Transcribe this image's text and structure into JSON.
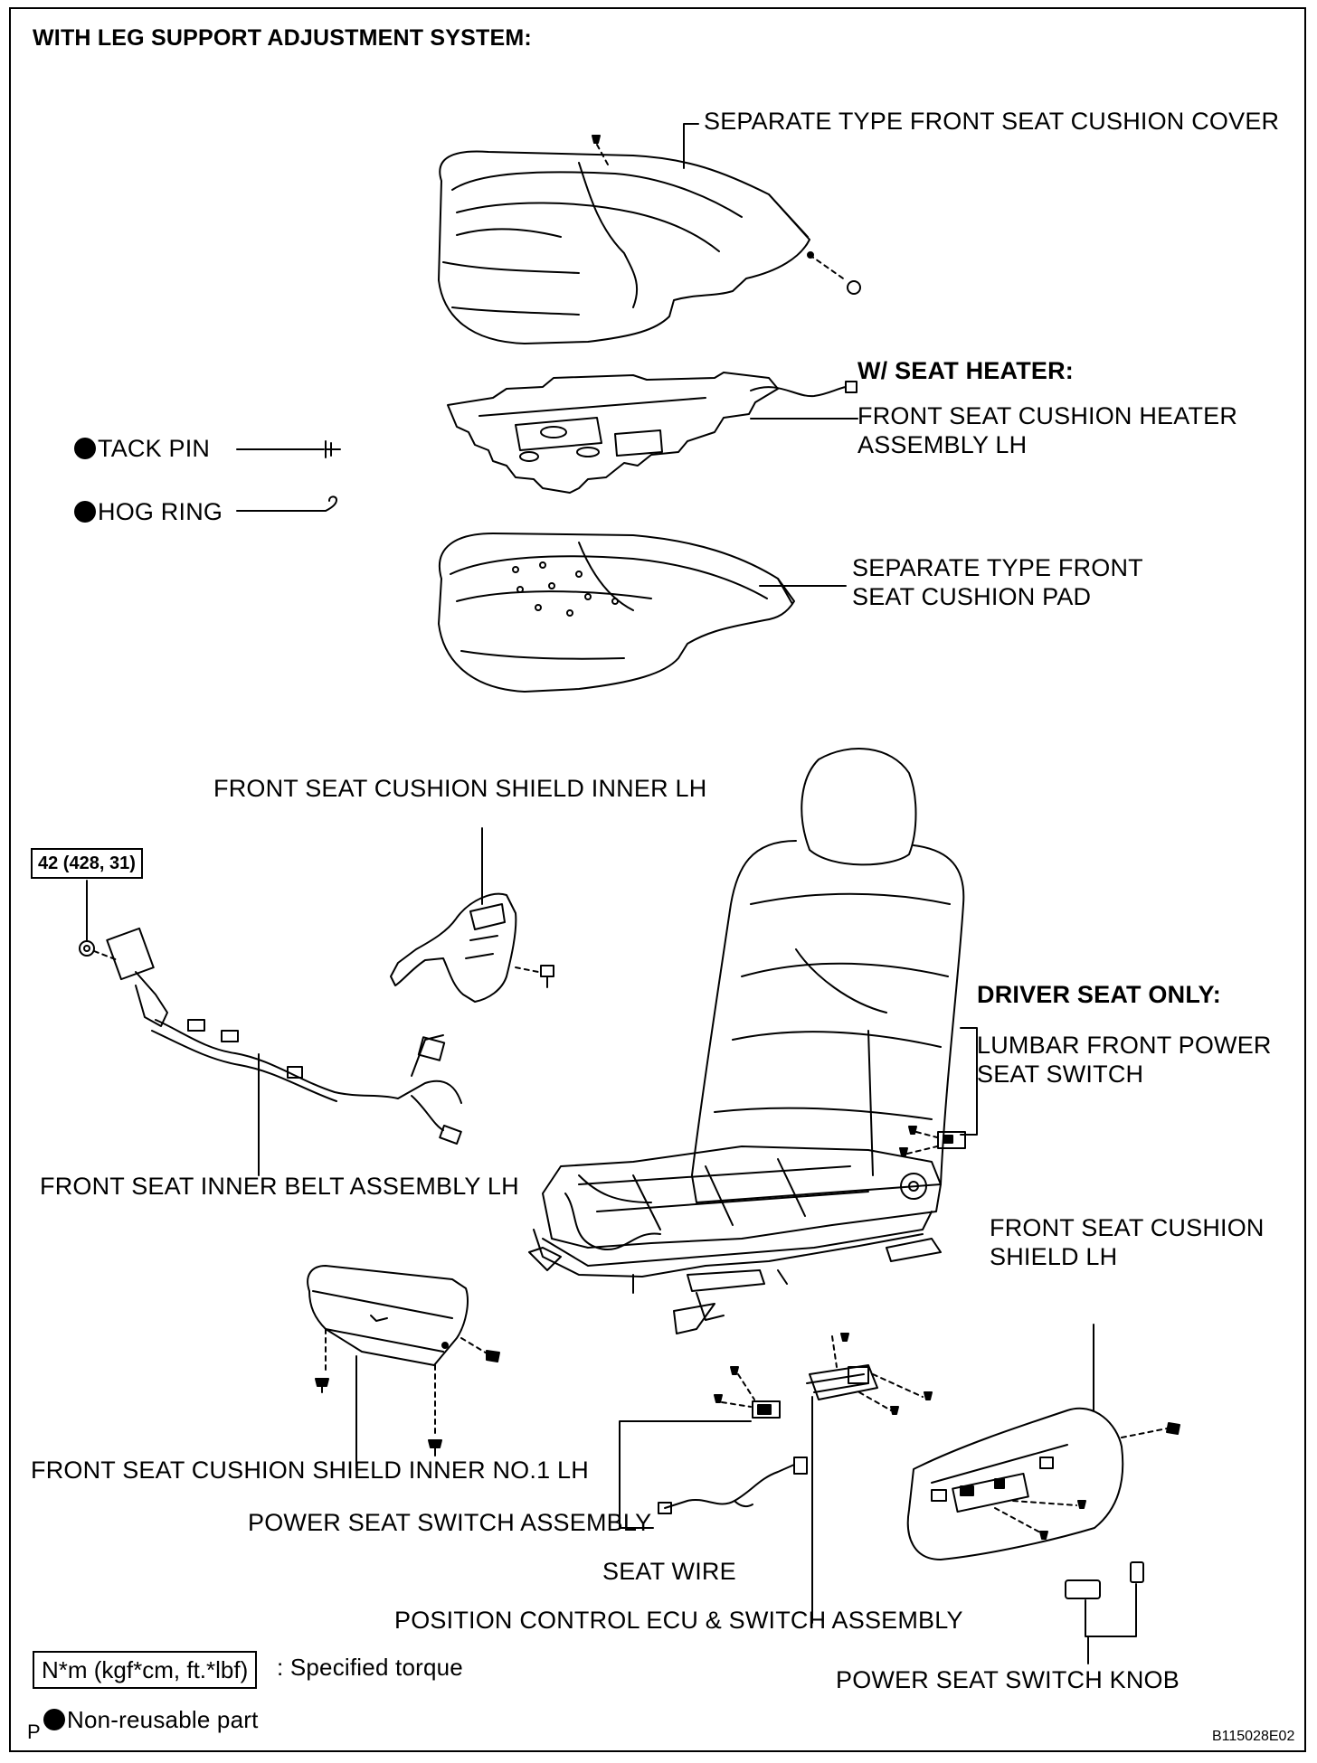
{
  "header": "WITH LEG SUPPORT ADJUSTMENT SYSTEM:",
  "labels": {
    "cushion_cover": "SEPARATE TYPE FRONT SEAT CUSHION COVER",
    "seat_heater_header": "W/ SEAT HEATER:",
    "heater_line1": "FRONT SEAT CUSHION HEATER",
    "heater_line2": "ASSEMBLY LH",
    "tack_pin": "TACK PIN",
    "hog_ring": "HOG RING",
    "pad_line1": "SEPARATE TYPE FRONT",
    "pad_line2": "SEAT CUSHION PAD",
    "shield_inner": "FRONT SEAT CUSHION SHIELD INNER LH",
    "driver_only": "DRIVER SEAT ONLY:",
    "lumbar_line1": "LUMBAR FRONT POWER",
    "lumbar_line2": "SEAT SWITCH",
    "inner_belt": "FRONT SEAT INNER BELT ASSEMBLY LH",
    "cushion_shield_line1": "FRONT SEAT CUSHION",
    "cushion_shield_line2": "SHIELD LH",
    "shield_inner_no1": "FRONT SEAT CUSHION SHIELD INNER NO.1 LH",
    "power_switch": "POWER SEAT SWITCH ASSEMBLY",
    "seat_wire": "SEAT WIRE",
    "ecu": "POSITION CONTROL ECU & SWITCH ASSEMBLY",
    "switch_knob": "POWER SEAT SWITCH KNOB"
  },
  "torque_value": "42 (428, 31)",
  "legend": {
    "torque_unit": "N*m (kgf*cm, ft.*lbf)",
    "torque_desc": ": Specified torque",
    "non_reusable": "Non-reusable part",
    "p_mark": "P"
  },
  "figure_code": "B115028E02"
}
